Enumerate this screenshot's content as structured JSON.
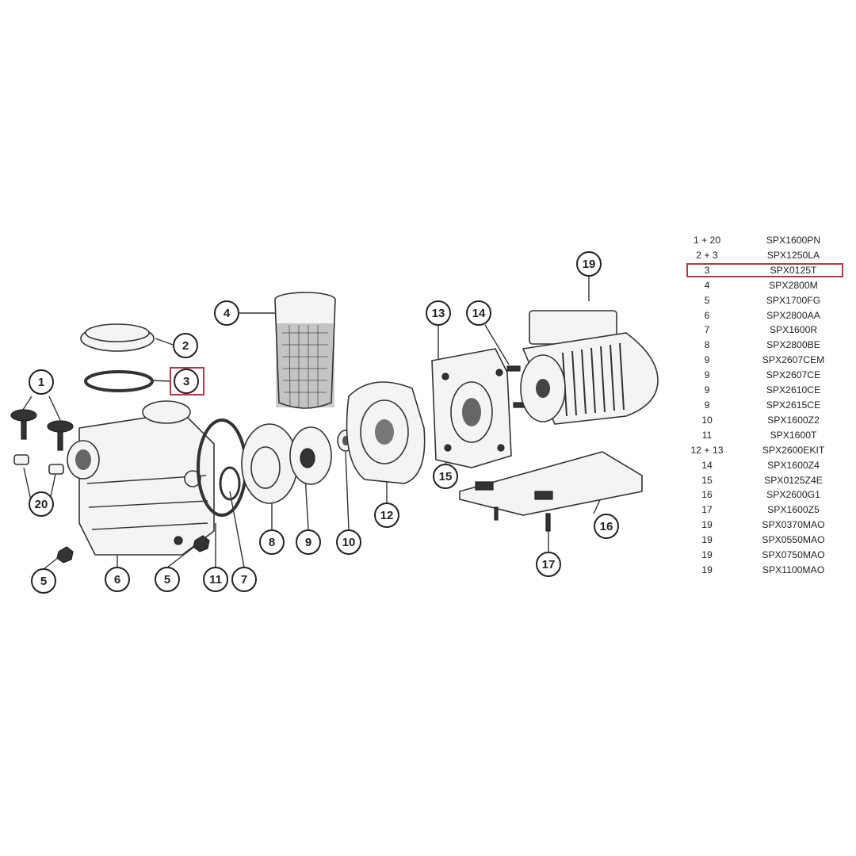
{
  "callouts": [
    "1",
    "2",
    "3",
    "4",
    "5",
    "5",
    "6",
    "7",
    "8",
    "9",
    "10",
    "11",
    "12",
    "13",
    "14",
    "15",
    "16",
    "17",
    "19",
    "20"
  ],
  "highlight_color": "#b03a48",
  "parts_table": [
    {
      "ref": "1 + 20",
      "code": "SPX1600PN"
    },
    {
      "ref": "2 + 3",
      "code": "SPX1250LA"
    },
    {
      "ref": "3",
      "code": "SPX0125T"
    },
    {
      "ref": "4",
      "code": "SPX2800M"
    },
    {
      "ref": "5",
      "code": "SPX1700FG"
    },
    {
      "ref": "6",
      "code": "SPX2800AA"
    },
    {
      "ref": "7",
      "code": "SPX1600R"
    },
    {
      "ref": "8",
      "code": "SPX2800BE"
    },
    {
      "ref": "9",
      "code": "SPX2607CEM"
    },
    {
      "ref": "9",
      "code": "SPX2607CE"
    },
    {
      "ref": "9",
      "code": "SPX2610CE"
    },
    {
      "ref": "9",
      "code": "SPX2615CE"
    },
    {
      "ref": "10",
      "code": "SPX1600Z2"
    },
    {
      "ref": "11",
      "code": "SPX1600T"
    },
    {
      "ref": "12 + 13",
      "code": "SPX2600EKIT"
    },
    {
      "ref": "14",
      "code": "SPX1600Z4"
    },
    {
      "ref": "15",
      "code": "SPX0125Z4E"
    },
    {
      "ref": "16",
      "code": "SPX2600G1"
    },
    {
      "ref": "17",
      "code": "SPX1600Z5"
    },
    {
      "ref": "19",
      "code": "SPX0370MAO"
    },
    {
      "ref": "19",
      "code": "SPX0550MAO"
    },
    {
      "ref": "19",
      "code": "SPX0750MAO"
    },
    {
      "ref": "19",
      "code": "SPX1100MAO"
    }
  ],
  "highlighted_row_index": 2
}
